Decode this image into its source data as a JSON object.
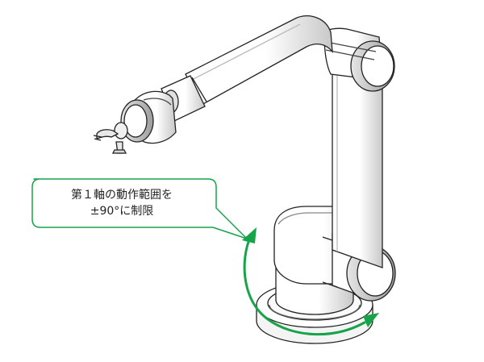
{
  "callout": {
    "line1": "第１軸の動作範囲を",
    "line2": "±90°に制限"
  },
  "colors": {
    "accent": "#17a34a",
    "outline": "#222222",
    "shade": "#d0d0d0"
  },
  "icons": [
    "robot-arm-illustration",
    "rotation-arrow-icon"
  ]
}
